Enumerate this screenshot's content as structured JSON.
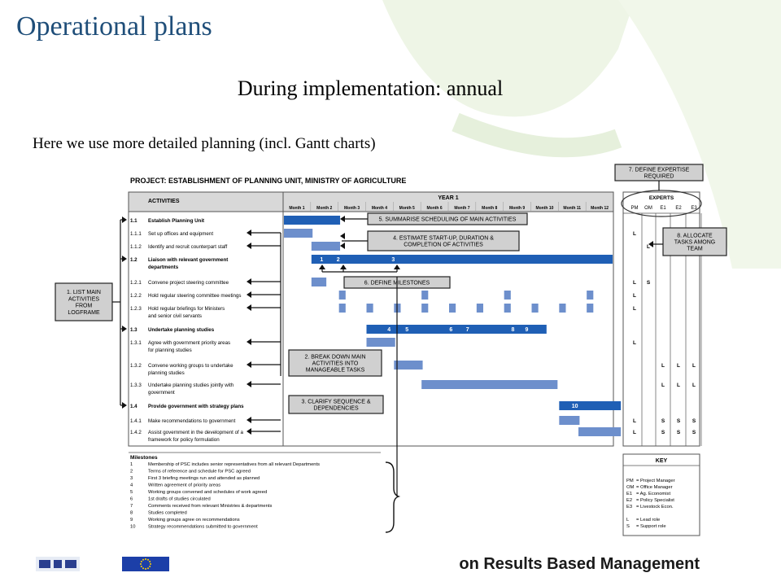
{
  "slide": {
    "title": "Operational plans",
    "subtitle": "During implementation: annual",
    "intro": "Here we use more detailed planning (incl. Gantt charts)",
    "footer": "on Results Based Management"
  },
  "project_title": "PROJECT: ESTABLISHMENT OF PLANNING UNIT, MINISTRY OF AGRICULTURE",
  "table_header": {
    "activities": "ACTIVITIES",
    "year": "YEAR 1"
  },
  "months": [
    "Month 1",
    "Month 2",
    "Month 3",
    "Month 4",
    "Month 5",
    "Month 6",
    "Month 7",
    "Month 8",
    "Month 9",
    "Month 10",
    "Month 11",
    "Month 12"
  ],
  "activities": [
    {
      "code": "1.1",
      "line1": "Establish Planning Unit",
      "line2": "",
      "bold": true,
      "bars": [
        [
          1,
          2.1
        ]
      ],
      "markers": [],
      "pm": "",
      "om": "",
      "e1": "",
      "e2": "",
      "e3": ""
    },
    {
      "code": "1.1.1",
      "line1": "Set up offices and equipment",
      "line2": "",
      "bold": false,
      "bars": [
        [
          1,
          1.1
        ]
      ],
      "markers": [],
      "pm": "L",
      "om": "",
      "e1": "",
      "e2": "",
      "e3": ""
    },
    {
      "code": "1.1.2",
      "line1": "Identify and recruit counterpart staff",
      "line2": "",
      "bold": false,
      "bars": [
        [
          2,
          1.1
        ]
      ],
      "markers": [],
      "pm": "",
      "om": "L",
      "e1": "",
      "e2": "",
      "e3": ""
    },
    {
      "code": "1.2",
      "line1": "Liaison with relevant government",
      "line2": "departments",
      "bold": true,
      "bars": [
        [
          2,
          11
        ]
      ],
      "markers": [
        {
          "label": "1",
          "m": 2.4
        },
        {
          "label": "2",
          "m": 3.0
        },
        {
          "label": "3",
          "m": 5.0
        }
      ],
      "pm": "",
      "om": "",
      "e1": "",
      "e2": "",
      "e3": ""
    },
    {
      "code": "1.2.1",
      "line1": "Convene project steering committee",
      "line2": "",
      "bold": false,
      "bars": [
        [
          2,
          0.6
        ]
      ],
      "markers": [],
      "pm": "L",
      "om": "S",
      "e1": "",
      "e2": "",
      "e3": ""
    },
    {
      "code": "1.2.2",
      "line1": "Hold regular steering committee meetings",
      "line2": "",
      "bold": false,
      "bars": [
        [
          3,
          0.3
        ],
        [
          6,
          0.3
        ],
        [
          9,
          0.3
        ],
        [
          12,
          0.3
        ]
      ],
      "markers": [],
      "pm": "L",
      "om": "",
      "e1": "",
      "e2": "",
      "e3": ""
    },
    {
      "code": "1.2.3",
      "line1": "Hold regular briefings for Ministers",
      "line2": "and senior civil servants",
      "bold": false,
      "bars": [
        [
          3,
          0.3
        ],
        [
          4,
          0.3
        ],
        [
          5,
          0.3
        ],
        [
          6,
          0.3
        ],
        [
          7,
          0.3
        ],
        [
          8,
          0.3
        ],
        [
          9,
          0.3
        ],
        [
          10,
          0.3
        ],
        [
          11,
          0.3
        ],
        [
          12,
          0.3
        ]
      ],
      "markers": [],
      "pm": "L",
      "om": "",
      "e1": "",
      "e2": "",
      "e3": ""
    },
    {
      "code": "1.3",
      "line1": "Undertake planning studies",
      "line2": "",
      "bold": true,
      "bars": [
        [
          4,
          6.6
        ]
      ],
      "markers": [
        {
          "label": "4",
          "m": 4.85
        },
        {
          "label": "5",
          "m": 5.5
        },
        {
          "label": "6",
          "m": 7.1
        },
        {
          "label": "7",
          "m": 7.7
        },
        {
          "label": "8",
          "m": 9.35
        },
        {
          "label": "9",
          "m": 9.85
        }
      ],
      "pm": "",
      "om": "",
      "e1": "",
      "e2": "",
      "e3": ""
    },
    {
      "code": "1.3.1",
      "line1": "Agree with government priority areas",
      "line2": "for planning studies",
      "bold": false,
      "bars": [
        [
          4,
          1.1
        ]
      ],
      "markers": [],
      "pm": "L",
      "om": "",
      "e1": "",
      "e2": "",
      "e3": ""
    },
    {
      "code": "1.3.2",
      "line1": "Convene working groups to undertake",
      "line2": "planning studies",
      "bold": false,
      "bars": [
        [
          5,
          1.1
        ]
      ],
      "markers": [],
      "pm": "",
      "om": "",
      "e1": "L",
      "e2": "L",
      "e3": "L"
    },
    {
      "code": "1.3.3",
      "line1": "Undertake planning studies jointly with",
      "line2": "government",
      "bold": false,
      "bars": [
        [
          6,
          5
        ]
      ],
      "markers": [],
      "pm": "",
      "om": "",
      "e1": "L",
      "e2": "L",
      "e3": "L"
    },
    {
      "code": "1.4",
      "line1": "Provide government with strategy plans",
      "line2": "",
      "bold": true,
      "bars": [
        [
          11,
          2.3
        ]
      ],
      "markers": [
        {
          "label": "10",
          "m": 11.6
        }
      ],
      "pm": "",
      "om": "",
      "e1": "",
      "e2": "",
      "e3": ""
    },
    {
      "code": "1.4.1",
      "line1": "Make recommendations to government",
      "line2": "",
      "bold": false,
      "bars": [
        [
          11,
          0.8
        ]
      ],
      "markers": [],
      "pm": "L",
      "om": "",
      "e1": "S",
      "e2": "S",
      "e3": "S"
    },
    {
      "code": "1.4.2",
      "line1": "Assist government in the development of a",
      "line2": "framework for policy formulation",
      "bold": false,
      "bars": [
        [
          11.7,
          1.6
        ]
      ],
      "markers": [],
      "pm": "L",
      "om": "",
      "e1": "S",
      "e2": "S",
      "e3": "S"
    }
  ],
  "experts": {
    "title": "EXPERTS",
    "cols": [
      "PM",
      "OM",
      "E1",
      "E2",
      "E3"
    ]
  },
  "callouts": {
    "list_main": [
      "1. LIST MAIN",
      "ACTIVITIES",
      "FROM",
      "LOGFRAME"
    ],
    "breakdown": [
      "2. BREAK DOWN MAIN",
      "ACTIVITIES INTO",
      "MANAGEABLE TASKS"
    ],
    "clarify": [
      "3. CLARIFY SEQUENCE &",
      "DEPENDENCIES"
    ],
    "estimate": [
      "4. ESTIMATE START-UP, DURATION &",
      "COMPLETION OF ACTIVITIES"
    ],
    "summarise": [
      "5. SUMMARISE SCHEDULING OF MAIN ACTIVITIES"
    ],
    "milestones": [
      "6. DEFINE MILESTONES"
    ],
    "expertise": [
      "7. DEFINE EXPERTISE",
      "REQUIRED"
    ],
    "allocate": [
      "8. ALLOCATE",
      "TASKS AMONG",
      "TEAM"
    ]
  },
  "milestones": {
    "title": "Milestones",
    "items": [
      {
        "n": "1",
        "t": "Membership of PSC includes senior representatives from all relevant Departments"
      },
      {
        "n": "2",
        "t": "Terms of reference and schedule for PSC agreed"
      },
      {
        "n": "3",
        "t": "First 3 briefing meetings run and attended as planned"
      },
      {
        "n": "4",
        "t": "Written agreement of priority areas"
      },
      {
        "n": "5",
        "t": "Working groups convened and schedules of work agreed"
      },
      {
        "n": "6",
        "t": "1st drafts of studies circulated"
      },
      {
        "n": "7",
        "t": "Comments received from relevant Ministries & departments"
      },
      {
        "n": "8",
        "t": "Studies completed"
      },
      {
        "n": "9",
        "t": "Working groups agree on recommendations"
      },
      {
        "n": "10",
        "t": "Strategy recommendations submitted to government"
      }
    ]
  },
  "key": {
    "title": "KEY",
    "items": [
      {
        "c": "PM",
        "t": "= Project Manager"
      },
      {
        "c": "OM",
        "t": "= Office Manager"
      },
      {
        "c": "E1",
        "t": "= Ag. Economist"
      },
      {
        "c": "E2",
        "t": "= Policy Specialist"
      },
      {
        "c": "E3",
        "t": "= Livestock Econ."
      },
      {
        "c": "",
        "t": ""
      },
      {
        "c": "L",
        "t": "= Lead role"
      },
      {
        "c": "S",
        "t": "= Support role"
      }
    ]
  },
  "colors": {
    "title": "#1f4e79",
    "bar": "#6d8fcc",
    "bar_main": "#1f5fb5",
    "header_bg": "#d8d8d8",
    "deco": "#eaf3df"
  }
}
